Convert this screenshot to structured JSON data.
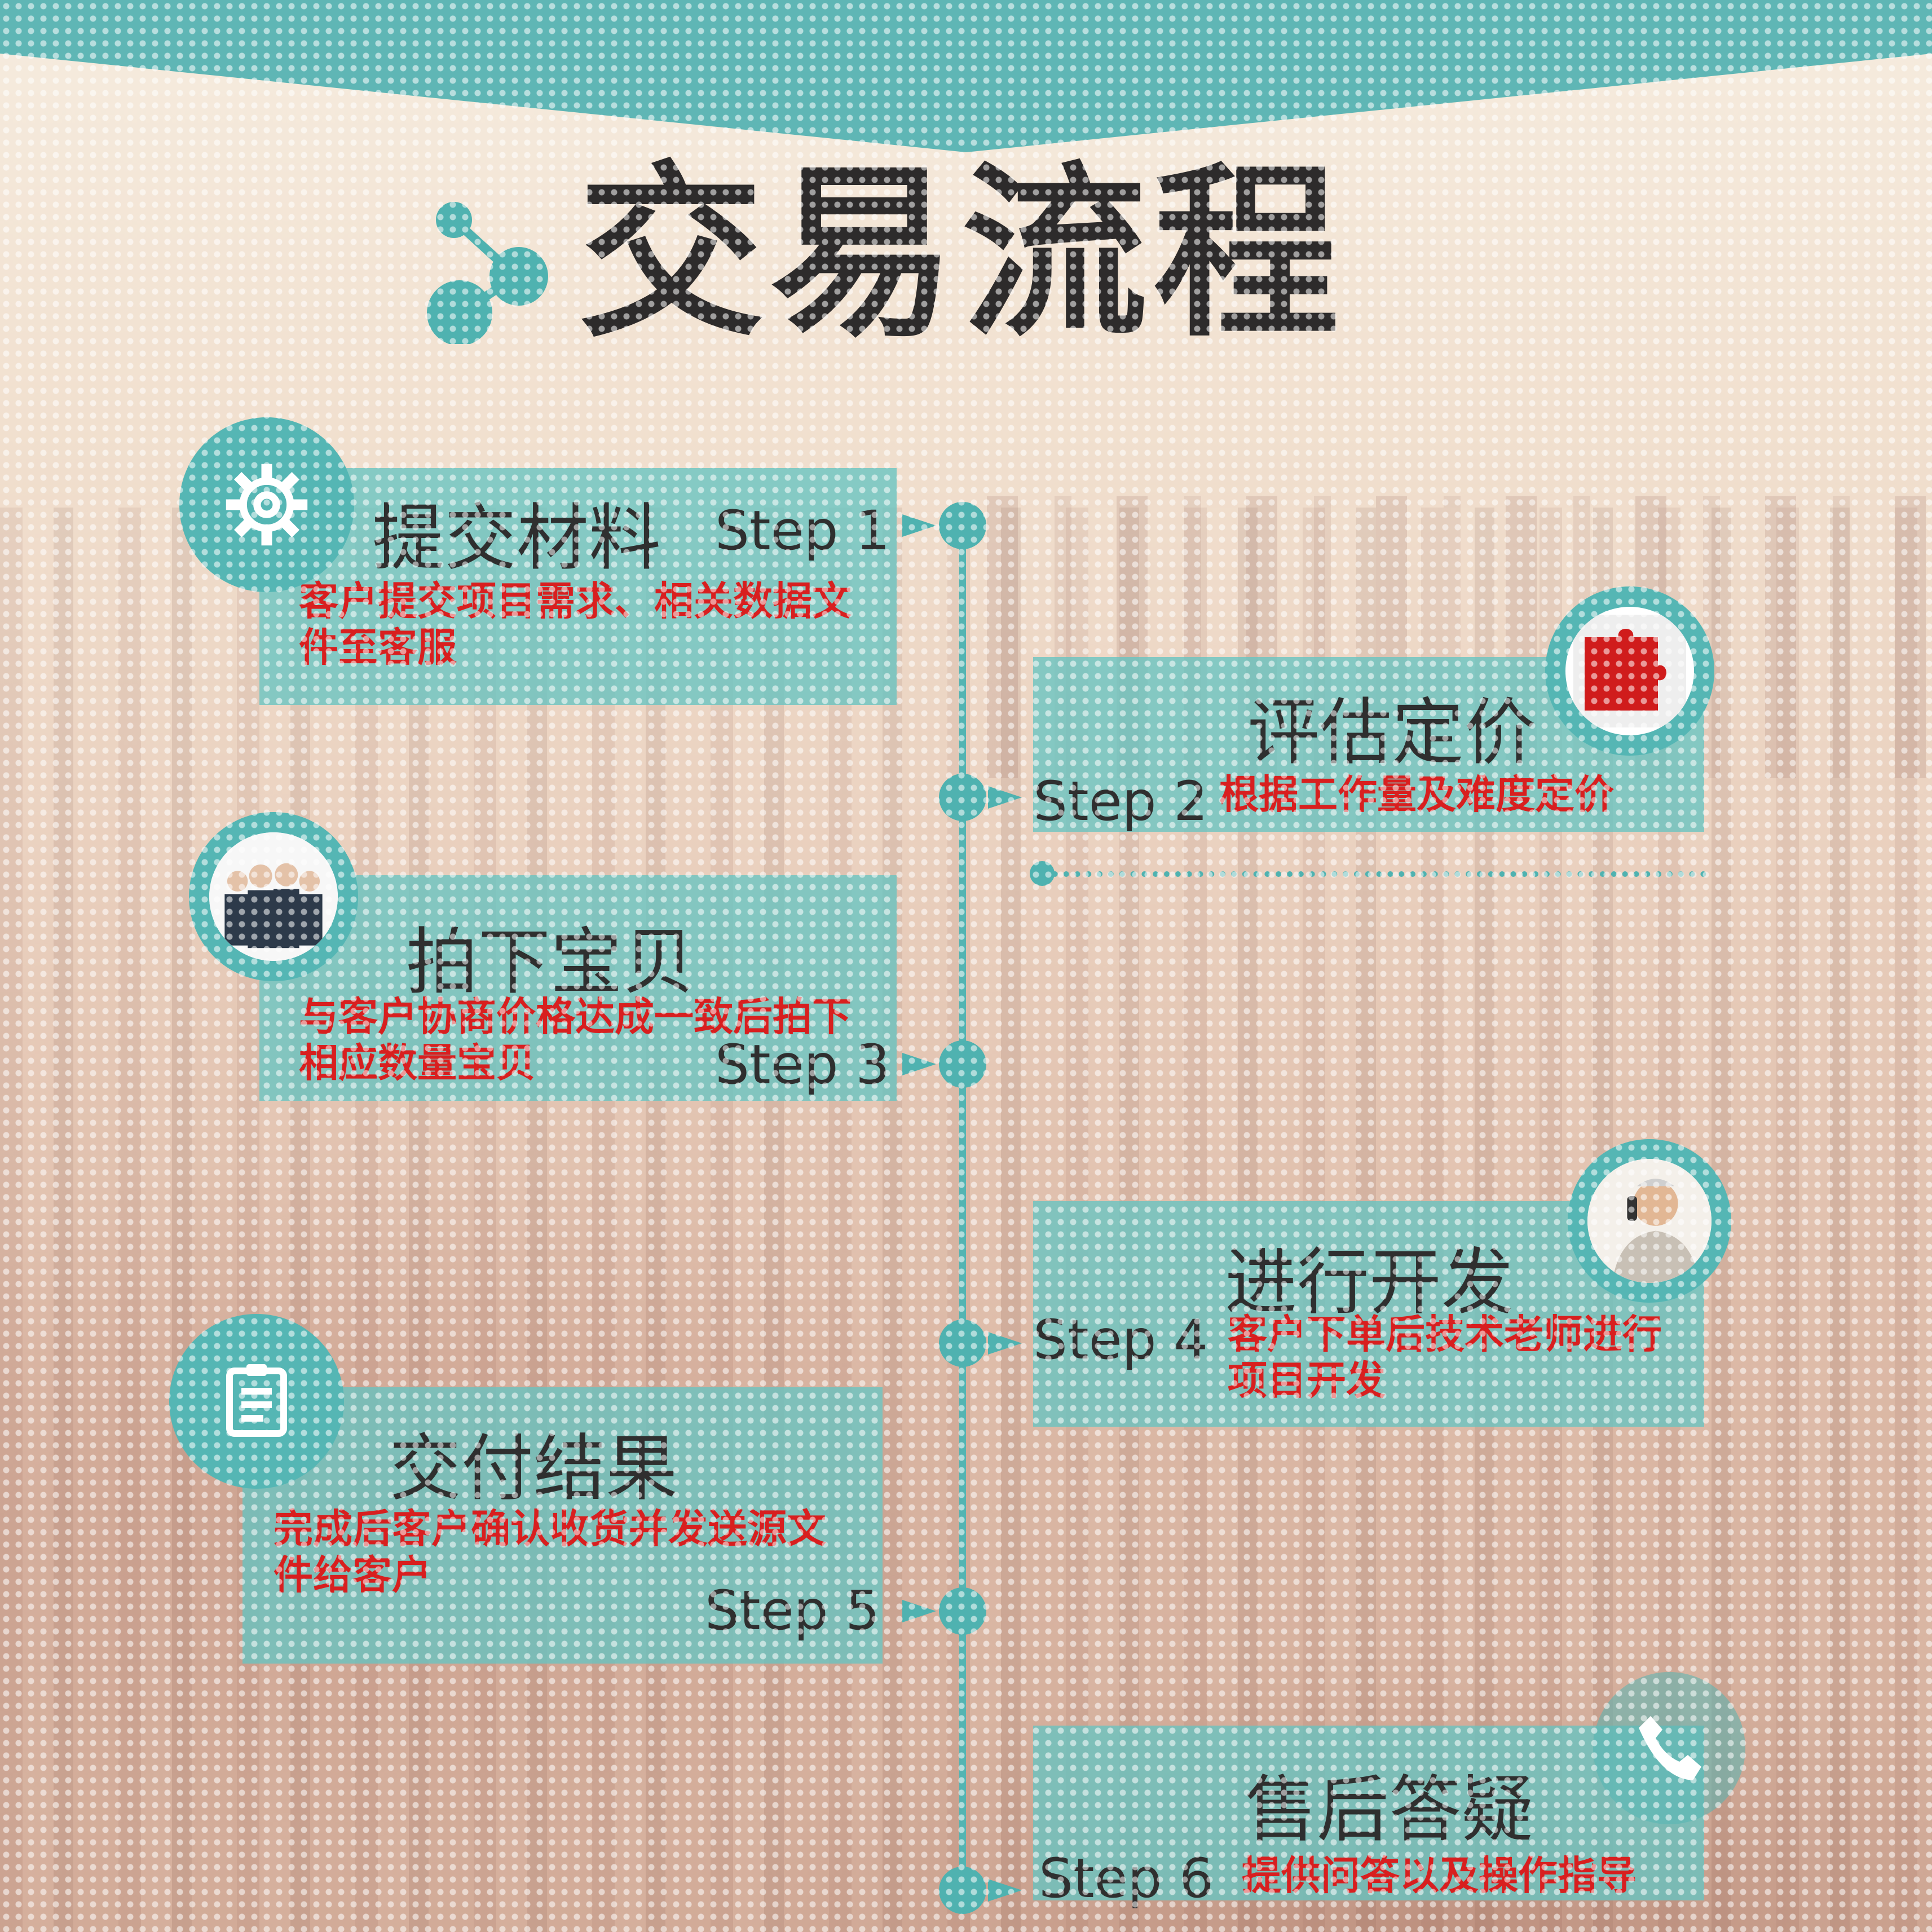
{
  "title": "交易流程",
  "colors": {
    "teal": "#5fb6b5",
    "desc_red": "#d81f1f",
    "text_dark": "#2f2f2f"
  },
  "steps": [
    {
      "step": "Step 1",
      "title": "提交材料",
      "desc": "客户提交项目需求、相关数据文件至客服",
      "icon": "gear-icon"
    },
    {
      "step": "Step 2",
      "title": "评估定价",
      "desc": "根据工作量及难度定价",
      "icon": "puzzle-icon"
    },
    {
      "step": "Step 3",
      "title": "拍下宝贝",
      "desc": "与客户协商价格达成一致后拍下相应数量宝贝",
      "icon": "team-photo-icon"
    },
    {
      "step": "Step 4",
      "title": "进行开发",
      "desc": "客户下单后技术老师进行项目开发",
      "icon": "person-phone-photo-icon"
    },
    {
      "step": "Step 5",
      "title": "交付结果",
      "desc": "完成后客户确认收货并发送源文件给客户",
      "icon": "document-icon"
    },
    {
      "step": "Step 6",
      "title": "售后答疑",
      "desc": "提供问答以及操作指导",
      "icon": "phone-icon"
    }
  ]
}
